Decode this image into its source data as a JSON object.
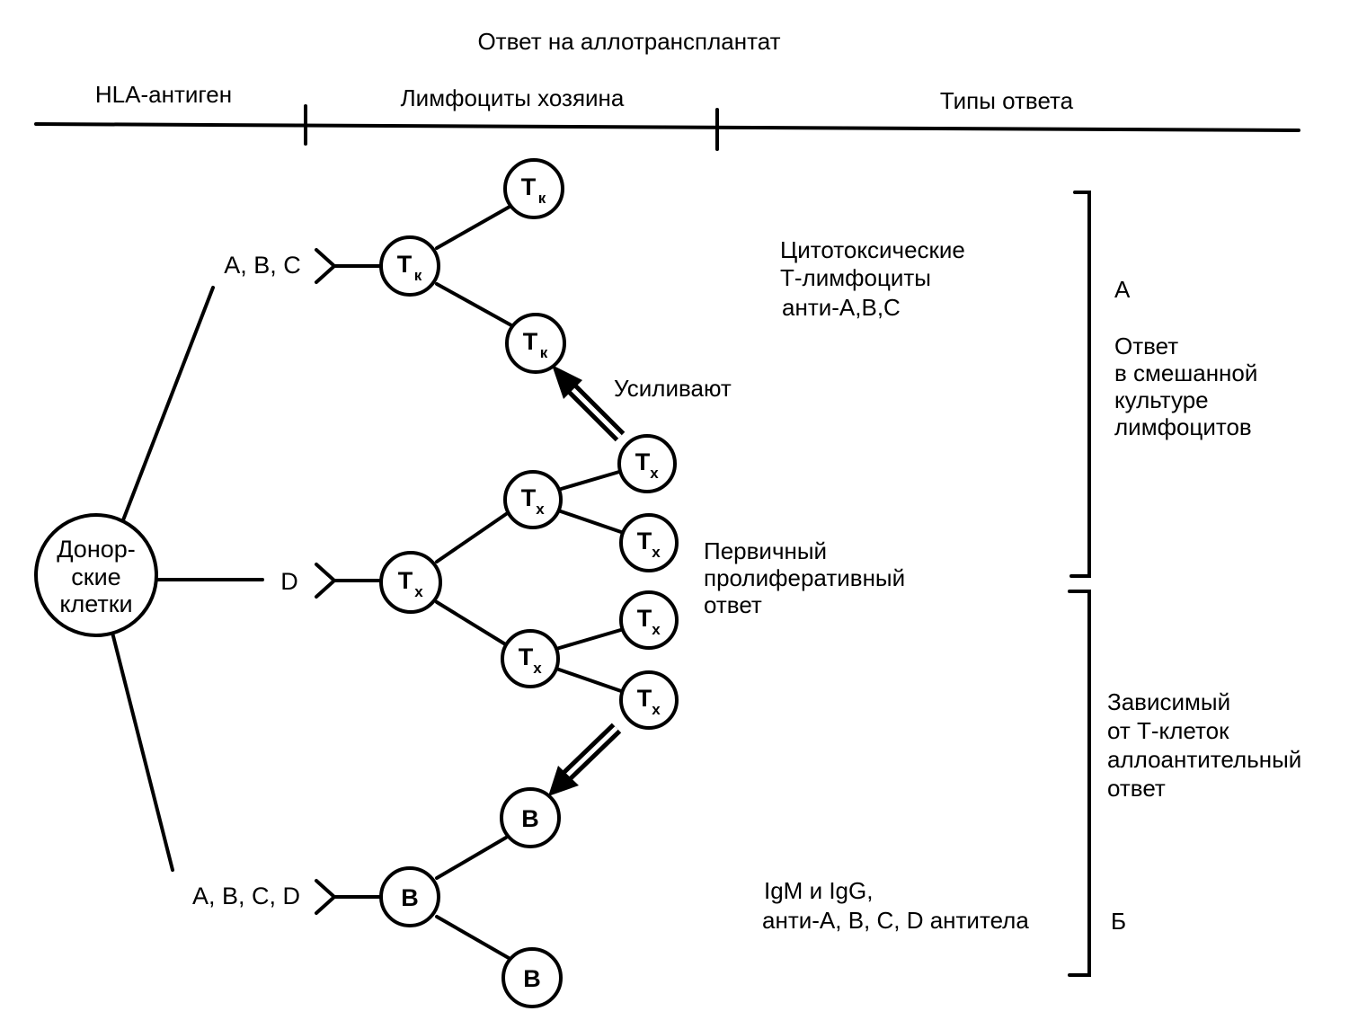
{
  "title": "Ответ на аллотрансплантат",
  "headers": {
    "antigen": "HLA-антиген",
    "lymphocytes": "Лимфоциты хозяина",
    "response_types": "Типы ответа"
  },
  "donor": {
    "lines": [
      "Донор-",
      "ские",
      "клетки"
    ]
  },
  "antigen_labels": {
    "abc": "А, В, С",
    "d": "D",
    "abcd": "А, В, С, D"
  },
  "cells": {
    "killer": {
      "main": "Т",
      "sub": "к"
    },
    "helper": {
      "main": "Т",
      "sub": "х"
    },
    "b": {
      "main": "В"
    }
  },
  "annotations": {
    "enhance": "Усиливают",
    "cytotoxic": [
      "Цитотоксические",
      "Т-лимфоциты",
      "анти-А,В,С"
    ],
    "primary": [
      "Первичный",
      "пролиферативный",
      "ответ"
    ],
    "antibodies": [
      "IgM и IgG,",
      "анти-А, В, С, D антитела"
    ]
  },
  "brackets": {
    "a": {
      "letter": "А",
      "lines": [
        "Ответ",
        "в смешанной",
        "культуре",
        "лимфоцитов"
      ]
    },
    "b": {
      "letter": "Б",
      "lines": [
        "Зависимый",
        "от Т-клеток",
        "аллоантительный",
        "ответ"
      ]
    }
  }
}
